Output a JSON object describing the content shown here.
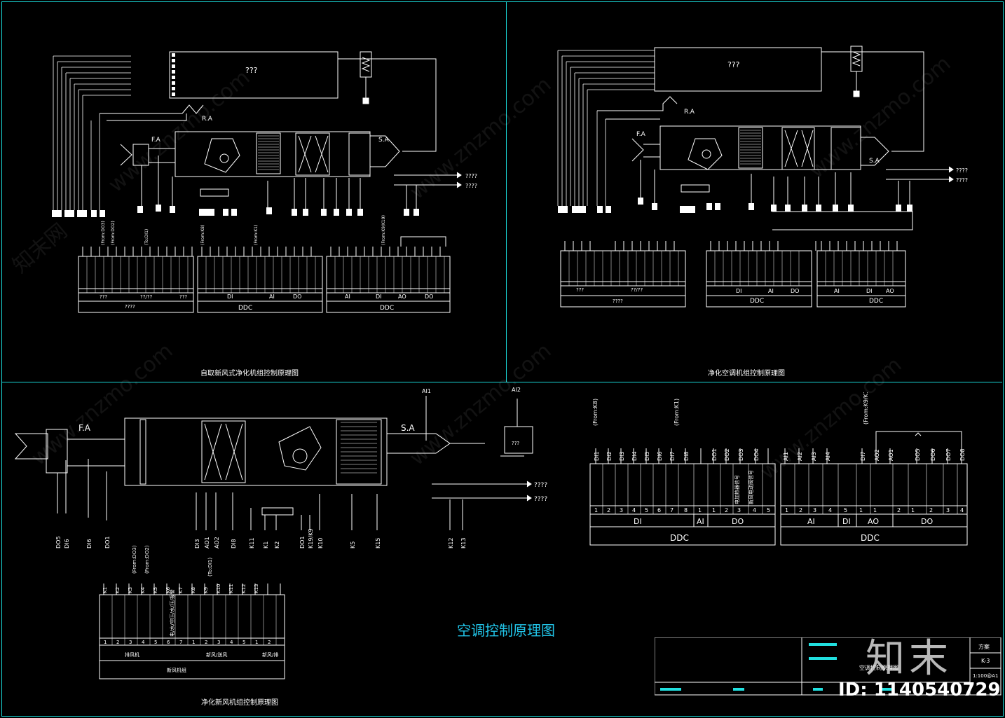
{
  "panels": {
    "top_left": {
      "title": "自取新风式净化机组控制原理图",
      "box_label": "???",
      "ra": "R.A",
      "fa": "F.A",
      "sa": "S.A",
      "arrow1": "????",
      "arrow2": "????",
      "from1": "(From:DO3)",
      "from2": "(From:DO2)",
      "to1": "(To:DI1)",
      "from3": "(From:K8)",
      "from4": "(From:K1)",
      "from5": "(From:K9/K19)",
      "grp1": "???",
      "grp2": "??/??",
      "grp3": "???",
      "grp_bottom1": "????",
      "di": "DI",
      "ai": "AI",
      "do": "DO",
      "ddc": "DDC",
      "ai2": "AI",
      "di2": "DI",
      "ao": "AO",
      "do2": "DO",
      "ddc2": "DDC"
    },
    "top_right": {
      "title": "净化空调机组控制原理图",
      "box_label": "???",
      "ra": "R.A",
      "fa": "F.A",
      "sa": "S.A",
      "arrow1": "????",
      "arrow2": "????",
      "grp1": "???",
      "grp2": "??/??",
      "grp3": "????",
      "di": "DI",
      "ai": "AI",
      "do": "DO",
      "ddc": "DDC",
      "ai2": "AI",
      "di2": "DI",
      "ao": "AO",
      "ddc2": "DDC"
    },
    "bottom_left": {
      "title": "净化新风机组控制原理图",
      "fa": "F.A",
      "sa": "S.A",
      "ai1": "AI1",
      "ai2": "AI2",
      "arrow1": "????",
      "arrow2": "????",
      "sensor": "???",
      "labels": [
        "DO5",
        "DI6",
        "DI6",
        "DO1",
        "DI3",
        "AO1",
        "AO2",
        "DI8",
        "K11",
        "K1",
        "K2",
        "DO1",
        "K19/K9",
        "K10",
        "K5",
        "K15",
        "K12",
        "K13"
      ],
      "table_k": [
        "K1",
        "K2",
        "K3",
        "K4",
        "K5",
        "K6",
        "K7",
        "K8",
        "K9",
        "K10",
        "K11",
        "K12",
        "K13"
      ],
      "from1": "(From:DO3)",
      "from2": "(From:DO2)",
      "to1": "(To:DI1)",
      "vert_label": "电/水/空压/水/压/报警",
      "nums": [
        "1",
        "2",
        "3",
        "4",
        "5",
        "6",
        "7",
        "1",
        "2",
        "3",
        "4",
        "5",
        "1",
        "2"
      ],
      "grp1": "排风机",
      "grp2": "新风/送风",
      "grp3": "新风/排",
      "grp_bottom": "新风机组"
    },
    "bottom_right": {
      "di_tags": [
        "DI1",
        "DI2",
        "DI3",
        "DI4",
        "DI5",
        "DI6",
        "DI7",
        "DI8"
      ],
      "do_tags": [
        "DO1",
        "DO2",
        "DO3",
        "DO4"
      ],
      "ai_tags": [
        "AI1",
        "AI2",
        "AI3",
        "AI4"
      ],
      "mid_tags": [
        "DI7",
        "AO2",
        "AO1"
      ],
      "do_tags2": [
        "DO5",
        "DO6",
        "DO7",
        "DO8"
      ],
      "from1": "(From:K8)",
      "from2": "(From:K1)",
      "from3": "(From:K9/K19)",
      "left_nums": [
        "1",
        "2",
        "3",
        "4",
        "5",
        "6",
        "7",
        "8",
        "1",
        "1",
        "2",
        "3",
        "4",
        "5"
      ],
      "right_nums": [
        "1",
        "2",
        "3",
        "4",
        "5",
        "1",
        "1",
        "2",
        "1",
        "2",
        "3",
        "4"
      ],
      "di": "DI",
      "ai": "AI",
      "do": "DO",
      "ddc": "DDC",
      "ai2": "AI",
      "di2": "DI",
      "ao": "AO",
      "do2": "DO",
      "ddc2": "DDC",
      "vert1": "电加热器信号",
      "vert2": "新风电动阀信号"
    }
  },
  "main_title": "空调控制原理图",
  "title_block": {
    "drawing_name": "空调控制原理图",
    "scheme": "方案",
    "sheet": "K-3",
    "scale": "1:100@A1"
  },
  "logo": "知末",
  "id_label": "ID: 1140540729",
  "watermark": "www.znzmo.com",
  "watermark_cn": "知末网",
  "colors": {
    "frame": "#19d6d6",
    "lines": "#ffffff",
    "accent": "#21c4e8",
    "background": "#000000"
  }
}
